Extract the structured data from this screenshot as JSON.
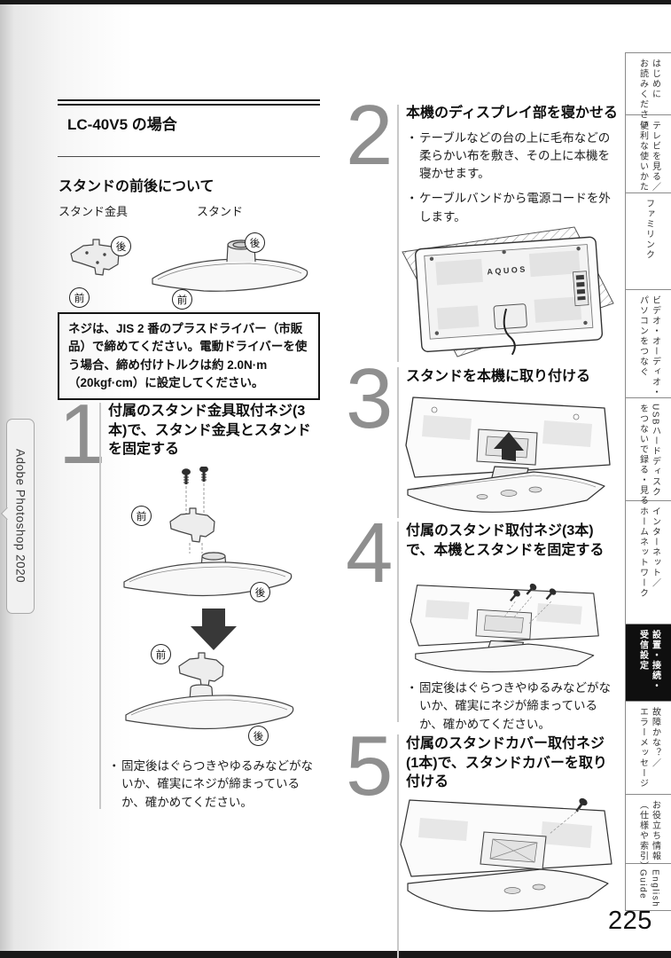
{
  "page": {
    "number": "225"
  },
  "window": {
    "left_flyout_label": "Adobe Photoshop 2020"
  },
  "glyphs": {
    "bullet": "・"
  },
  "tv_logo": "AQUOS",
  "content": {
    "model_title": "LC-40V5 の場合",
    "section_heading": "スタンドの前後について",
    "bracket_label": "スタンド金具",
    "stand_label": "スタンド",
    "front_label": "前",
    "back_label": "後",
    "note": "ネジは、JIS 2 番のプラスドライバー（市販品）で締めてください。電動ドライバーを使う場合、締め付けトルクは約 2.0N·m（20kgf·cm）に設定してください。"
  },
  "steps": [
    {
      "number": "1",
      "title": "付属のスタンド金具取付ネジ(3本)で、スタンド金具とスタンドを固定する",
      "bullets": [
        "固定後はぐらつきやゆるみなどがないか、確実にネジが締まっているか、確かめてください。"
      ]
    },
    {
      "number": "2",
      "title": "本機のディスプレイ部を寝かせる",
      "bullets": [
        "テーブルなどの台の上に毛布などの柔らかい布を敷き、その上に本機を寝かせます。",
        "ケーブルバンドから電源コードを外します。"
      ]
    },
    {
      "number": "3",
      "title": "スタンドを本機に取り付ける",
      "bullets": []
    },
    {
      "number": "4",
      "title": "付属のスタンド取付ネジ(3本)で、本機とスタンドを固定する",
      "bullets": [
        "固定後はぐらつきやゆるみなどがないか、確実にネジが締まっているか、確かめてください。"
      ]
    },
    {
      "number": "5",
      "title": "付属のスタンドカバー取付ネジ(1本)で、スタンドカバーを取り付ける",
      "bullets": []
    }
  ],
  "sidebar": {
    "tabs": [
      {
        "line1": "はじめに",
        "line2": "お読みください",
        "active": false
      },
      {
        "line1": "テレビを見る／",
        "line2": "便利な使いかた",
        "active": false
      },
      {
        "line1": "ファミリンク",
        "line2": "",
        "active": false
      },
      {
        "line1": "ビデオ・オーディオ・",
        "line2": "パソコンをつなぐ",
        "active": false
      },
      {
        "line1": "USBハードディスク",
        "line2": "をつないで録る・見る",
        "active": false
      },
      {
        "line1": "インターネット／",
        "line2": "ホームネットワーク",
        "active": false
      },
      {
        "line1": "設置・接続・",
        "line2": "受信設定",
        "active": true
      },
      {
        "line1": "故障かな？／",
        "line2": "エラーメッセージ",
        "active": false
      },
      {
        "line1": "お役立ち情報",
        "line2": "（仕様や索引）",
        "active": false
      },
      {
        "line1": "English",
        "line2": "Guide",
        "active": false
      }
    ]
  },
  "colors": {
    "step_number": "#8f8f8f",
    "active_tab_bg": "#0f0f0f",
    "bar": "#191919"
  }
}
